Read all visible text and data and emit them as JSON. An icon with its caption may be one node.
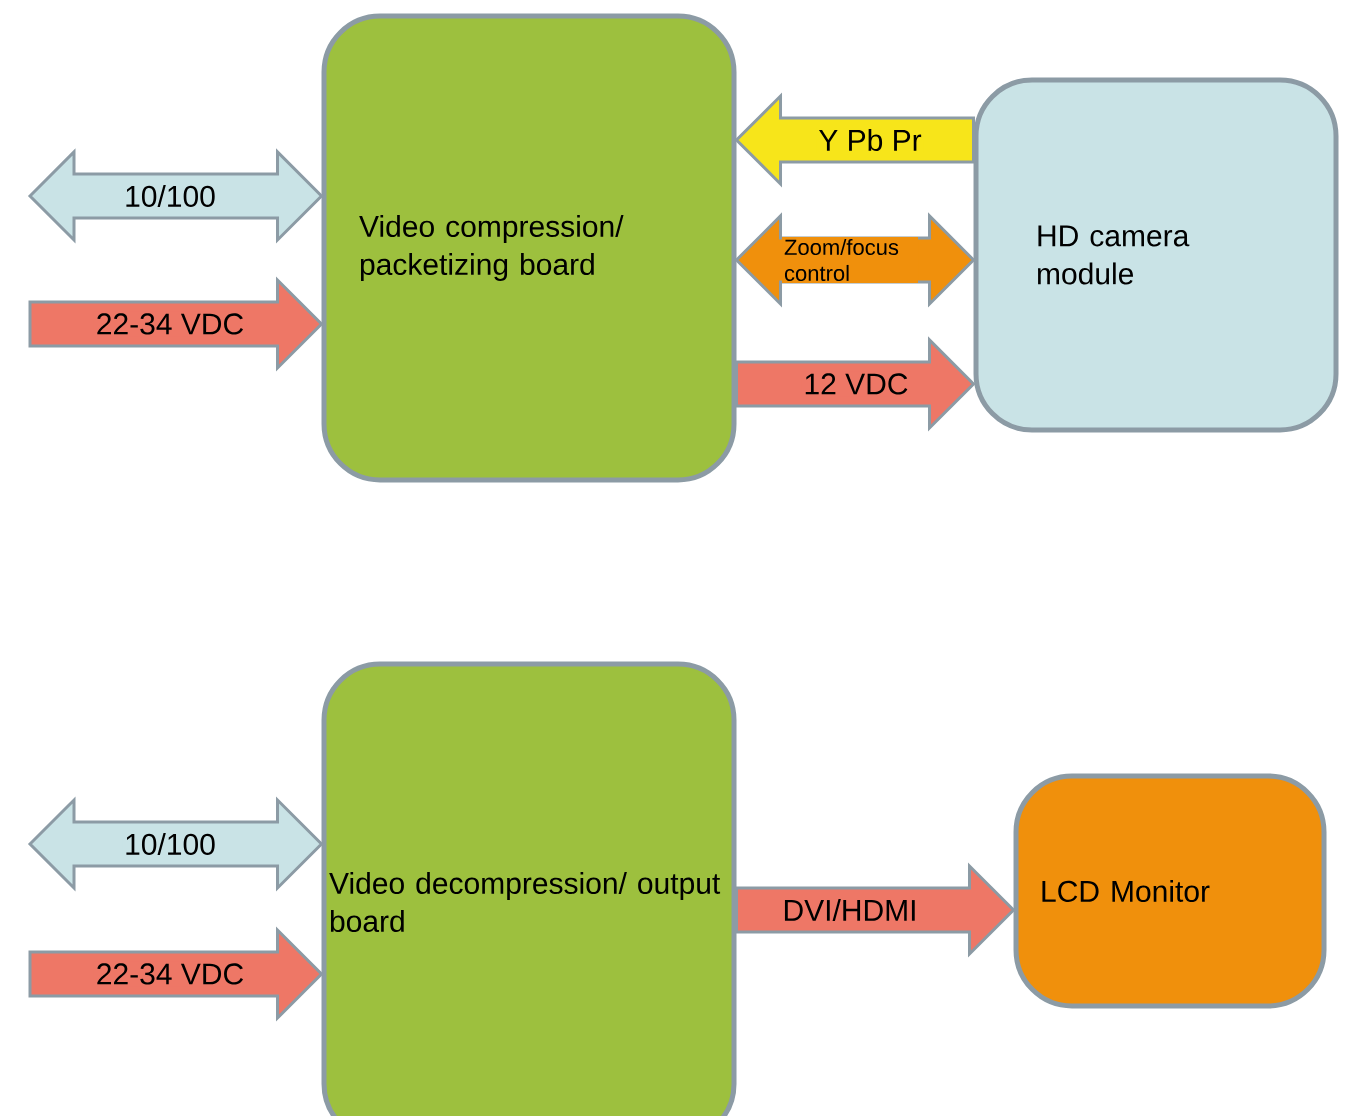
{
  "diagram": {
    "nodes": [
      {
        "text": [
          "Video compression/ packetizing board"
        ]
      },
      {
        "text": [
          "HD camera module"
        ]
      },
      {
        "text": [
          "Video decompression/ output board"
        ]
      },
      {
        "text": [
          "LCD Monitor"
        ]
      }
    ],
    "edges": [
      {
        "from": null,
        "to": 0,
        "arrow": "both",
        "label": "10/100",
        "color": "#c9e3e6"
      },
      {
        "from": null,
        "to": 0,
        "arrow": "to",
        "label": "22-34 VDC",
        "color": "#ee7766"
      },
      {
        "from": 1,
        "to": 0,
        "arrow": "to",
        "label": "Y Pb Pr",
        "color": "#f7e51a"
      },
      {
        "from": 0,
        "to": 1,
        "arrow": "both",
        "label": "Zoom/focus control",
        "color": "#f0900c"
      },
      {
        "from": 0,
        "to": 1,
        "arrow": "to",
        "label": "12 VDC",
        "color": "#ee7766"
      },
      {
        "from": null,
        "to": 2,
        "arrow": "both",
        "label": "10/100",
        "color": "#c9e3e6"
      },
      {
        "from": null,
        "to": 2,
        "arrow": "to",
        "label": "22-34 VDC",
        "color": "#ee7766"
      },
      {
        "from": 2,
        "to": 3,
        "arrow": "to",
        "label": "DVI/HDMI",
        "color": "#ee7766"
      }
    ]
  }
}
